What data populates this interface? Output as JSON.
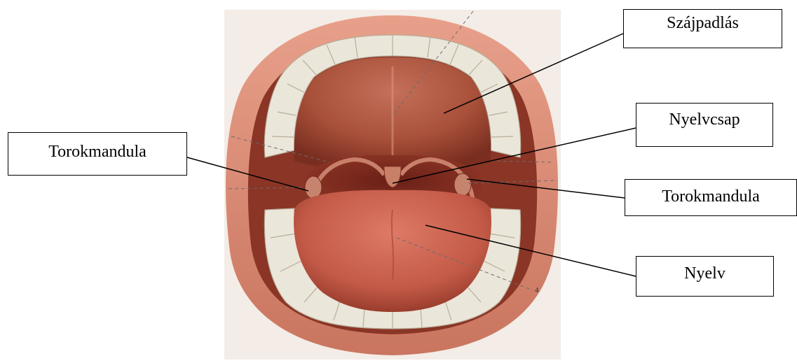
{
  "labels": {
    "palate": "Szájpadlás",
    "uvula": "Nyelvcsap",
    "tonsil_left": "Torokmandula",
    "tonsil_right": "Torokmandula",
    "tongue": "Nyelv"
  },
  "figure": {
    "plate_number": "4"
  },
  "colors": {
    "background_panel": "#f4ece6",
    "lips": "#d98d78",
    "mouth_interior": "#8e3b2a",
    "palate": "#b85c44",
    "tongue": "#c8614e",
    "teeth": "#ece8dc",
    "leader_line": "#000000"
  }
}
